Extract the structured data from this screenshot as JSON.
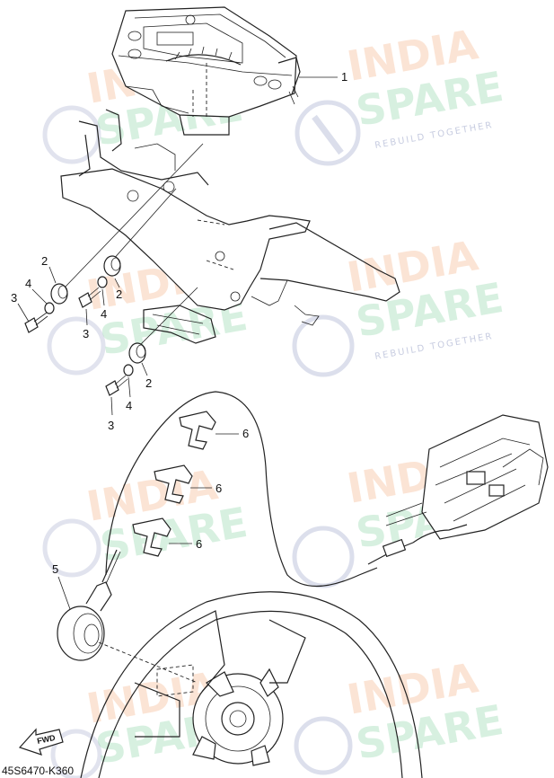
{
  "diagram": {
    "code": "45S6470-K360",
    "fwd_label": "FWD",
    "callouts": [
      "1",
      "2",
      "2",
      "2",
      "3",
      "3",
      "3",
      "4",
      "4",
      "4",
      "5",
      "6",
      "6",
      "6"
    ]
  },
  "watermark": {
    "line1": "INDIA",
    "line2": "SPARE",
    "tagline": "REBUILD TOGETHER",
    "colors": {
      "india": "#f6b48a",
      "spare": "#8fd6a8",
      "icon": "#9aa3c8"
    }
  }
}
